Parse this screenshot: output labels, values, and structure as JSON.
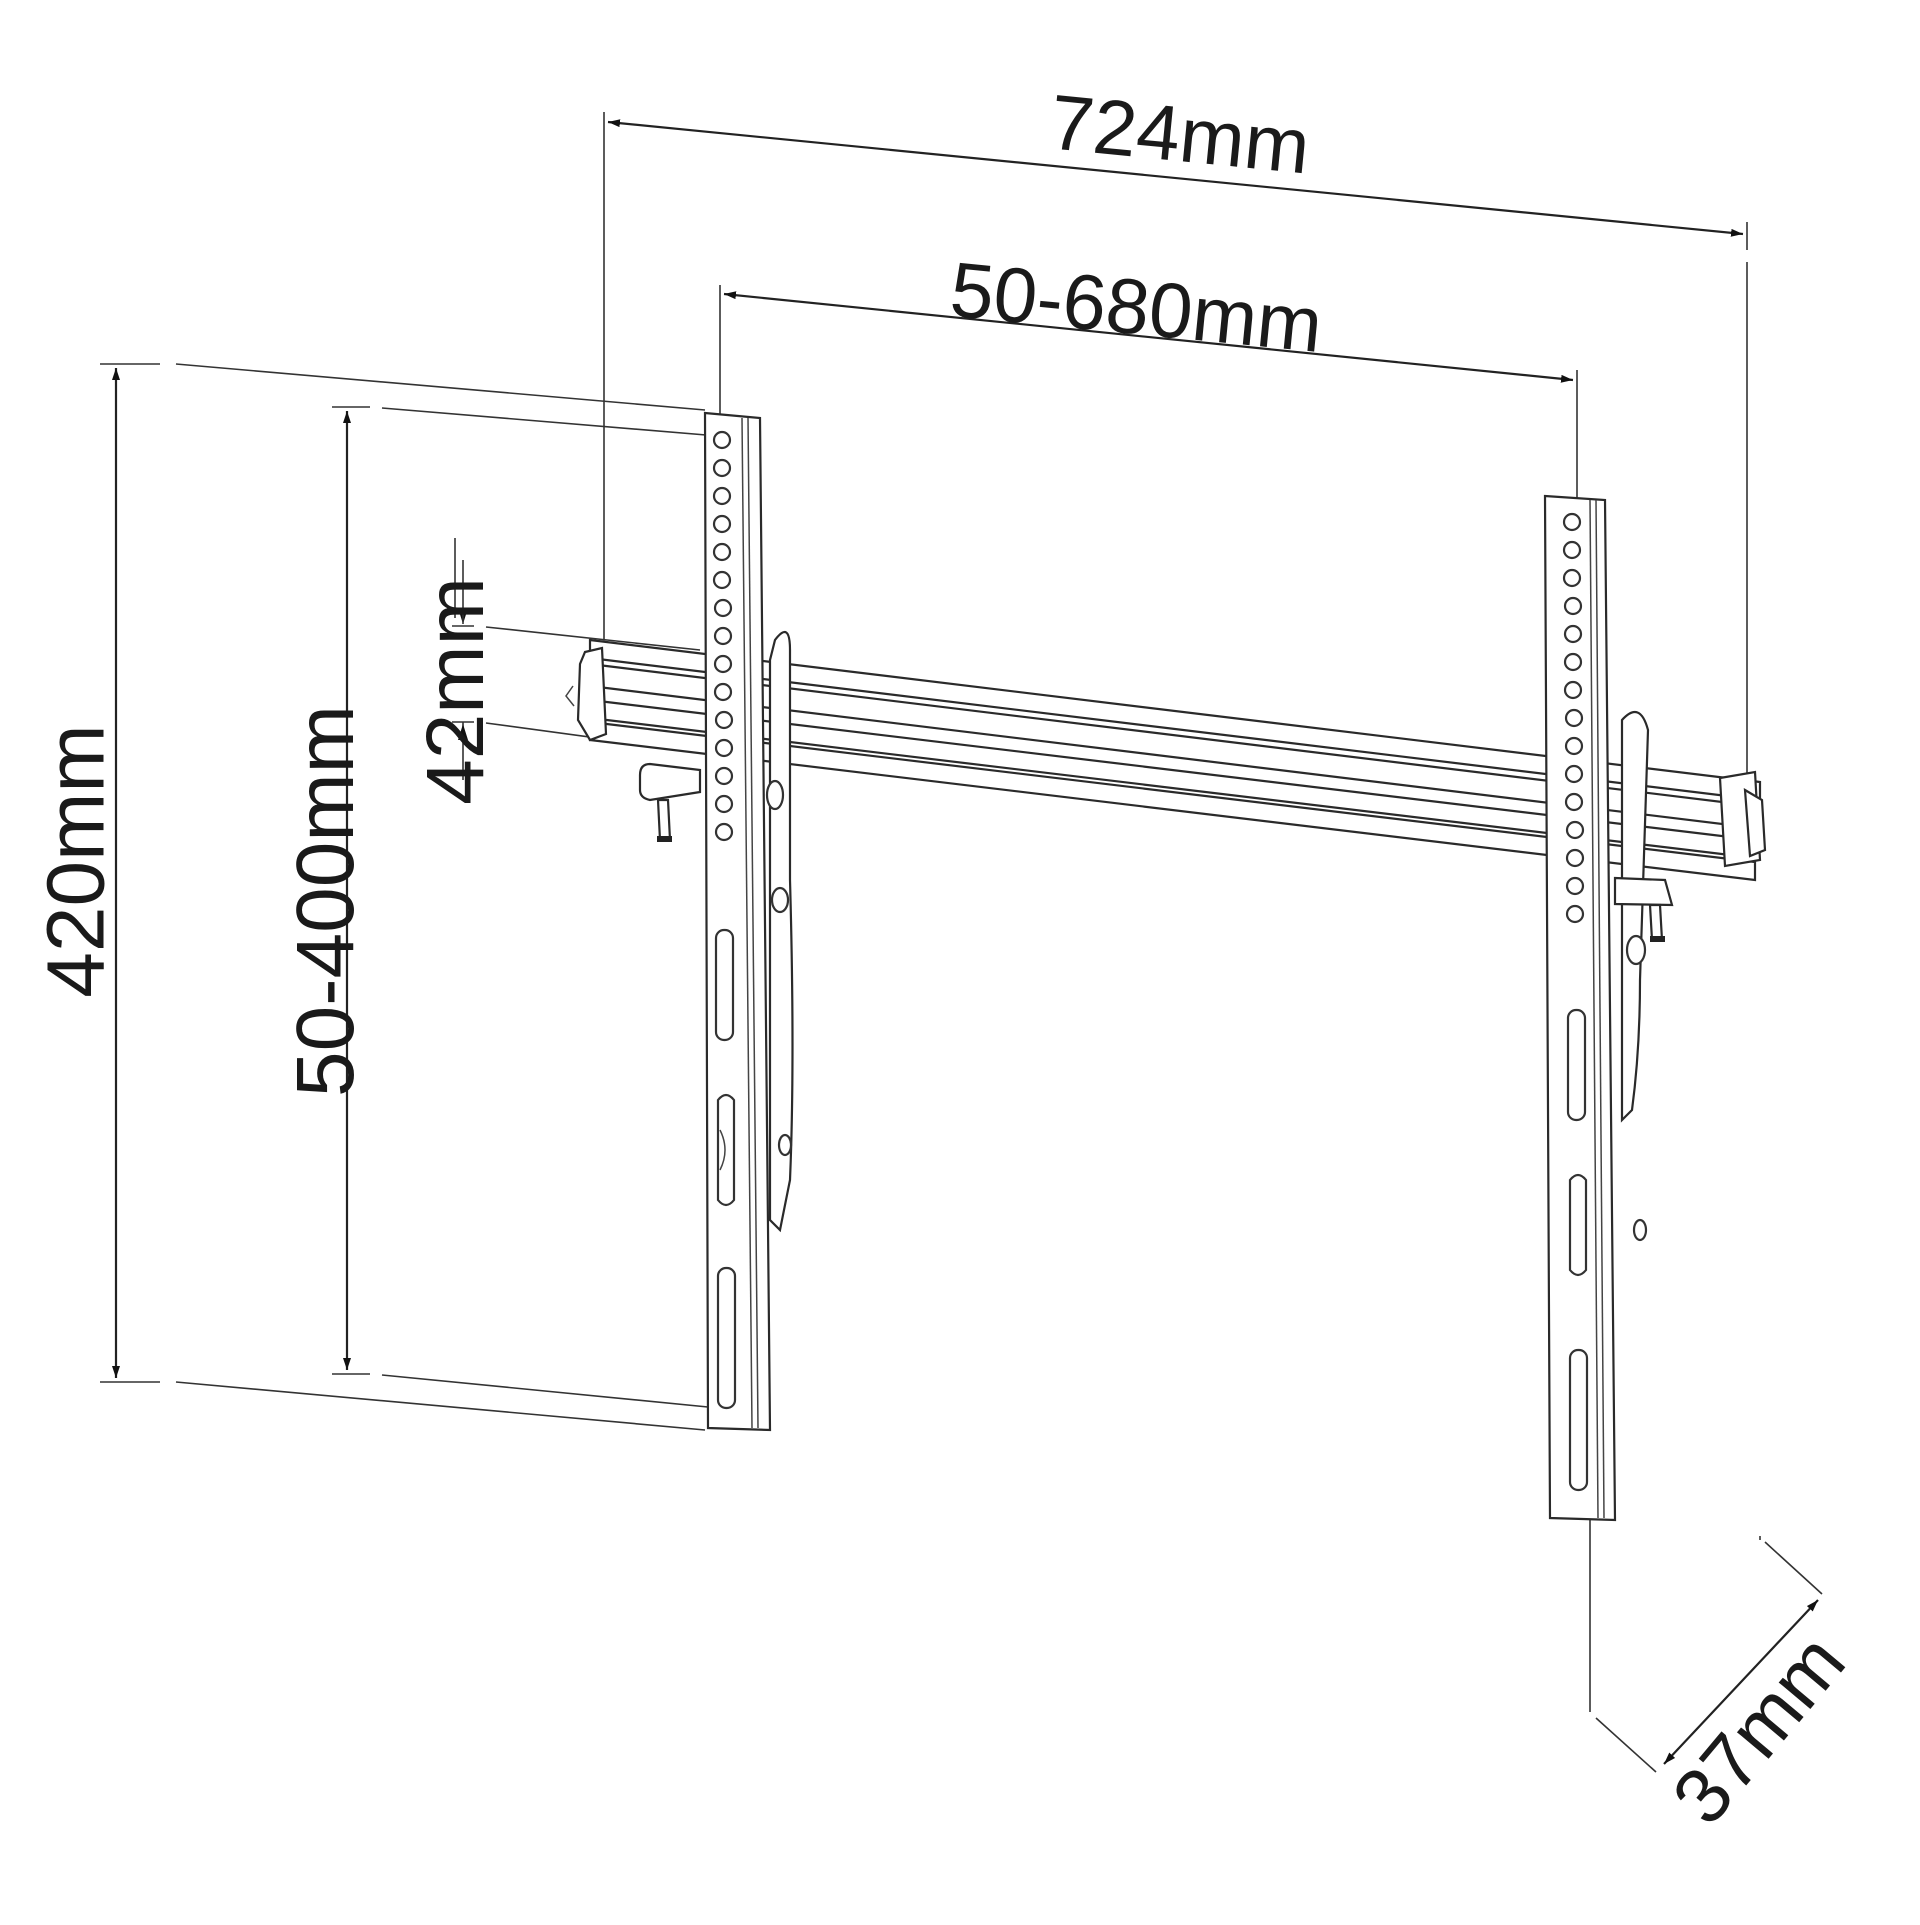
{
  "diagram": {
    "subject": "Tilting TV wall mount bracket dimension drawing",
    "colors": {
      "line": "#333333",
      "text": "#1a1a1a",
      "background": "#ffffff"
    },
    "dimensions": {
      "overall_width": {
        "label": "724mm"
      },
      "vesa_horizontal": {
        "label": "50-680mm"
      },
      "overall_height": {
        "label": "420mm"
      },
      "vesa_vertical": {
        "label": "50-400mm"
      },
      "rail_spacing": {
        "label": "42mm"
      },
      "wall_depth": {
        "label": "37mm"
      }
    },
    "parts": [
      {
        "name": "left-vertical-arm",
        "holes": 15,
        "slots": 3
      },
      {
        "name": "right-vertical-arm",
        "holes": 15,
        "slots": 3
      },
      {
        "name": "wall-rail-upper"
      },
      {
        "name": "wall-rail-lower"
      }
    ]
  }
}
